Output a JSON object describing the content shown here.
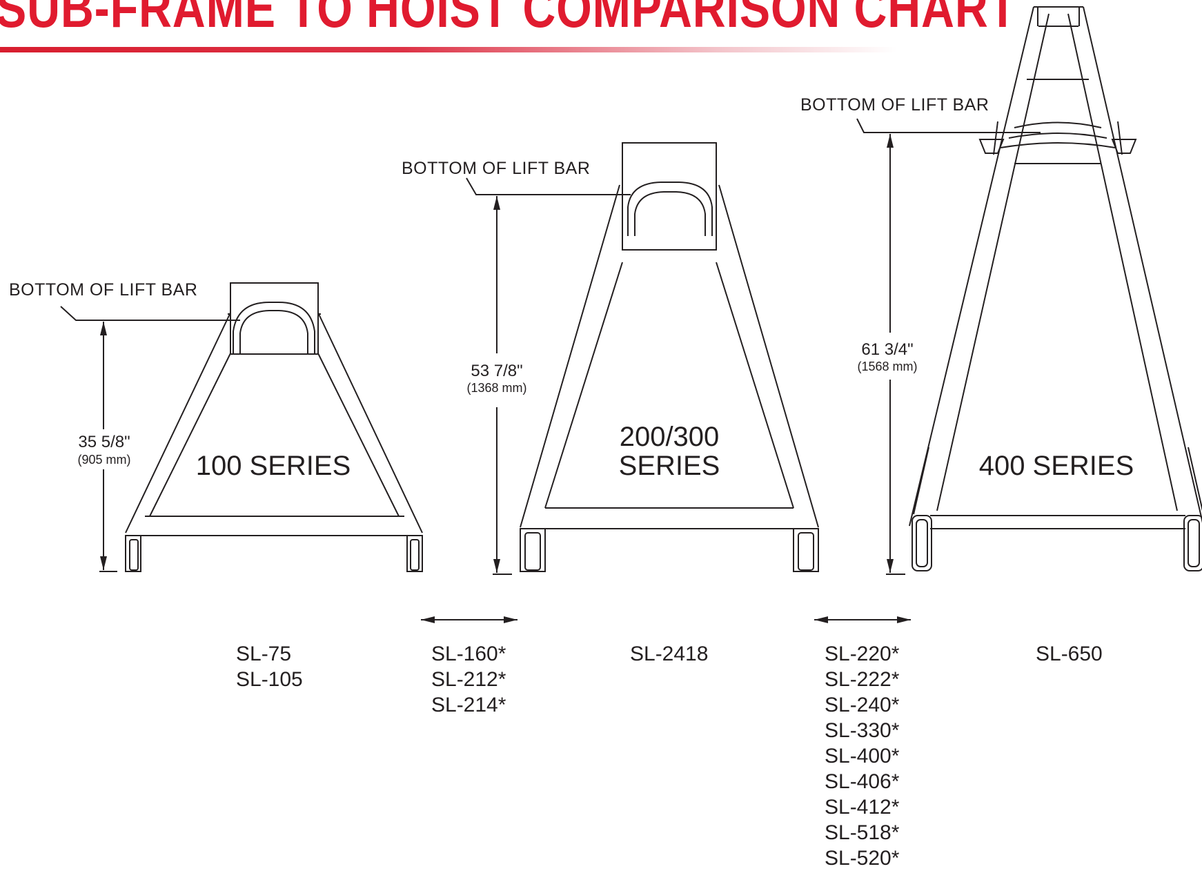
{
  "title": "SUB-FRAME TO HOIST COMPARISON CHART",
  "colors": {
    "title": "#E01B2F",
    "line": "#231F20"
  },
  "hoists": [
    {
      "series": [
        "100 SERIES"
      ],
      "callout": "BOTTOM OF LIFT BAR",
      "height_in": "35 5/8\"",
      "height_mm": "(905 mm)"
    },
    {
      "series": [
        "200/300",
        "SERIES"
      ],
      "callout": "BOTTOM OF LIFT BAR",
      "height_in": "53 7/8\"",
      "height_mm": "(1368 mm)"
    },
    {
      "series": [
        "400 SERIES"
      ],
      "callout": "BOTTOM OF LIFT BAR",
      "height_in": "61 3/4\"",
      "height_mm": "(1568 mm)"
    }
  ],
  "models": [
    [
      "SL-75",
      "SL-105"
    ],
    [
      "SL-160*",
      "SL-212*",
      "SL-214*"
    ],
    [
      "SL-2418"
    ],
    [
      "SL-220*",
      "SL-222*",
      "SL-240*",
      "SL-330*",
      "SL-400*",
      "SL-406*",
      "SL-412*",
      "SL-518*",
      "SL-520*"
    ],
    [
      "SL-650"
    ]
  ]
}
